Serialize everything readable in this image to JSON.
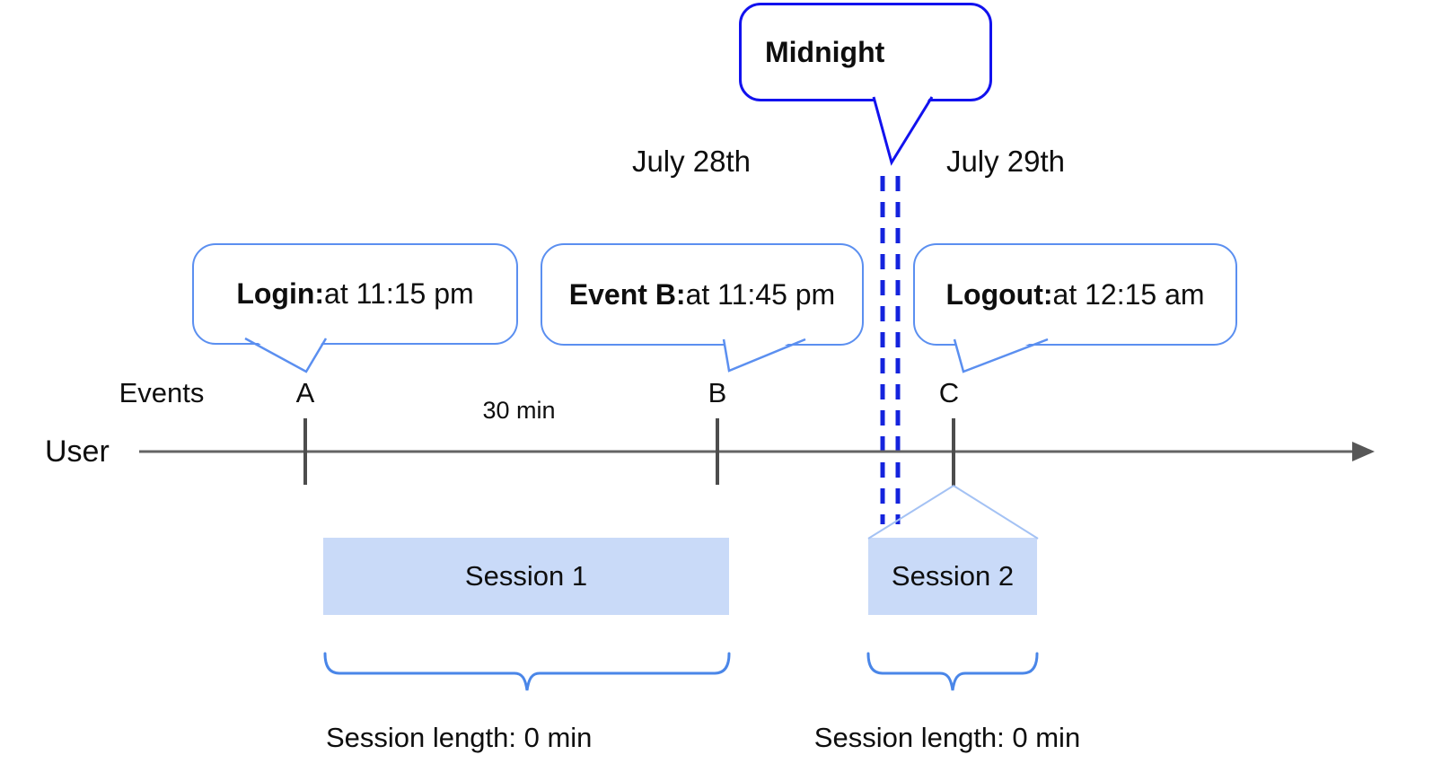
{
  "diagram": {
    "midnight_label": "Midnight",
    "dates": {
      "left": "July 28th",
      "right": "July 29th"
    },
    "axis": {
      "events_label": "Events",
      "user_label": "User",
      "interval_label": "30 min",
      "markers": [
        "A",
        "B",
        "C"
      ]
    },
    "bubbles": {
      "login": {
        "bold": "Login:",
        "text": " at 11:15 pm"
      },
      "event_b": {
        "bold": "Event B:",
        "text": " at 11:45 pm"
      },
      "logout": {
        "bold": "Logout:",
        "text": " at 12:15 am"
      }
    },
    "sessions": {
      "s1": {
        "label": "Session 1",
        "length": "Session length: 0 min"
      },
      "s2": {
        "label": "Session 2",
        "length": "Session length: 0 min"
      }
    },
    "colors": {
      "midnight_stroke": "#1212ee",
      "dash_stroke": "#1423dd",
      "bubble_stroke": "#5b8ff0",
      "brace_stroke": "#4a86e8",
      "funnel_stroke": "#a4c2f4",
      "session_fill": "#c9daf8",
      "axis_stroke": "#5f5f5f",
      "text": "#0e0e0e"
    }
  }
}
